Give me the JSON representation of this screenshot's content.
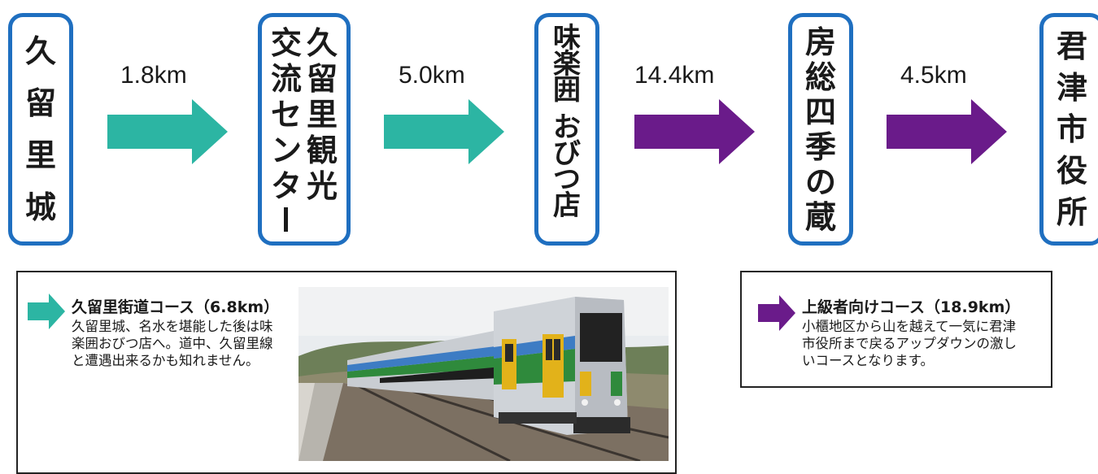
{
  "stops": [
    {
      "lines": [
        "久留里城"
      ]
    },
    {
      "lines": [
        "久留里観光",
        "交流センター"
      ]
    },
    {
      "lines": [
        "味楽囲 おびつ店"
      ]
    },
    {
      "lines": [
        "房総四季の蔵"
      ]
    },
    {
      "lines": [
        "君津市役所"
      ]
    }
  ],
  "stop_chars": {
    "s1": [
      "久",
      "留",
      "里",
      "城"
    ],
    "s2a": [
      "久",
      "留",
      "里",
      "観",
      "光"
    ],
    "s2b": [
      "交",
      "流",
      "セ",
      "ン",
      "タ",
      "ー"
    ],
    "s3": [
      "味",
      "楽",
      "囲",
      "",
      "お",
      "び",
      "つ",
      "店"
    ],
    "s4": [
      "房",
      "総",
      "四",
      "季",
      "の",
      "蔵"
    ],
    "s5": [
      "君",
      "津",
      "市",
      "役",
      "所"
    ]
  },
  "segments": [
    {
      "distance": "1.8km",
      "color": "#2cb5a3"
    },
    {
      "distance": "5.0km",
      "color": "#2cb5a3"
    },
    {
      "distance": "14.4km",
      "color": "#6a1b8a"
    },
    {
      "distance": "4.5km",
      "color": "#6a1b8a"
    }
  ],
  "courses": {
    "kurure": {
      "title": "久留里街道コース（6.8km）",
      "desc_lines": [
        "久留里城、名水を堪能した後は味",
        "楽囲おびつ店へ。道中、久留里線",
        "と遭遇出来るかも知れません。"
      ],
      "color": "#2cb5a3"
    },
    "advanced": {
      "title": "上級者向けコース（18.9km）",
      "desc_lines": [
        "小櫃地区から山を越えて一気に君津",
        "市役所まで戻るアップダウンの激し",
        "いコースとなります。"
      ],
      "color": "#6a1b8a"
    }
  },
  "colors": {
    "stop_border": "#1f6fc0",
    "teal": "#2cb5a3",
    "purple": "#6a1b8a"
  }
}
